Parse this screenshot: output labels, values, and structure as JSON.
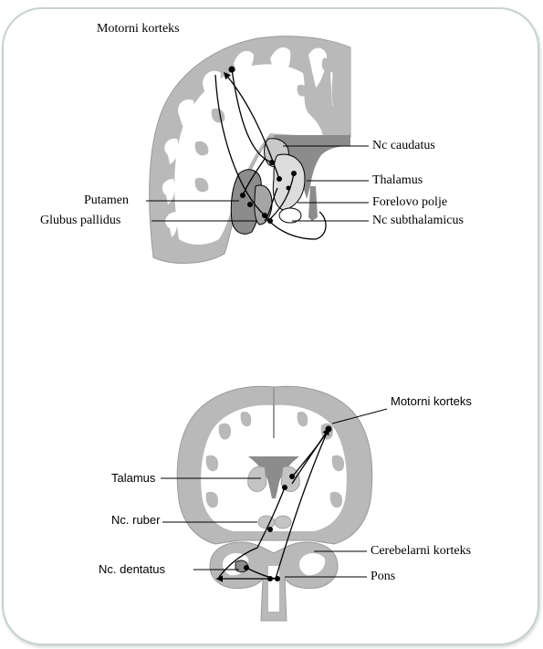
{
  "top_diagram": {
    "labels": {
      "motor_cortex": "Motorni korteks",
      "nc_caudatus": "Nc caudatus",
      "thalamus": "Thalamus",
      "forel_field": "Forelovo polje",
      "nc_subthalamicus": "Nc subthalamicus",
      "putamen": "Putamen",
      "globus_pallidus": "Glubus pallidus"
    }
  },
  "bottom_diagram": {
    "labels": {
      "motor_cortex": "Motorni korteks",
      "talamus": "Talamus",
      "nc_ruber": "Nc. ruber",
      "cerebellar_cortex": "Cerebelarni korteks",
      "nc_dentatus": "Nc. dentatus",
      "pons": "Pons"
    }
  },
  "colors": {
    "gray_matter": "#b9b9b9",
    "white_matter": "#ffffff",
    "ventricle": "#8c8c8c",
    "frame_border": "#c8d2cc"
  }
}
